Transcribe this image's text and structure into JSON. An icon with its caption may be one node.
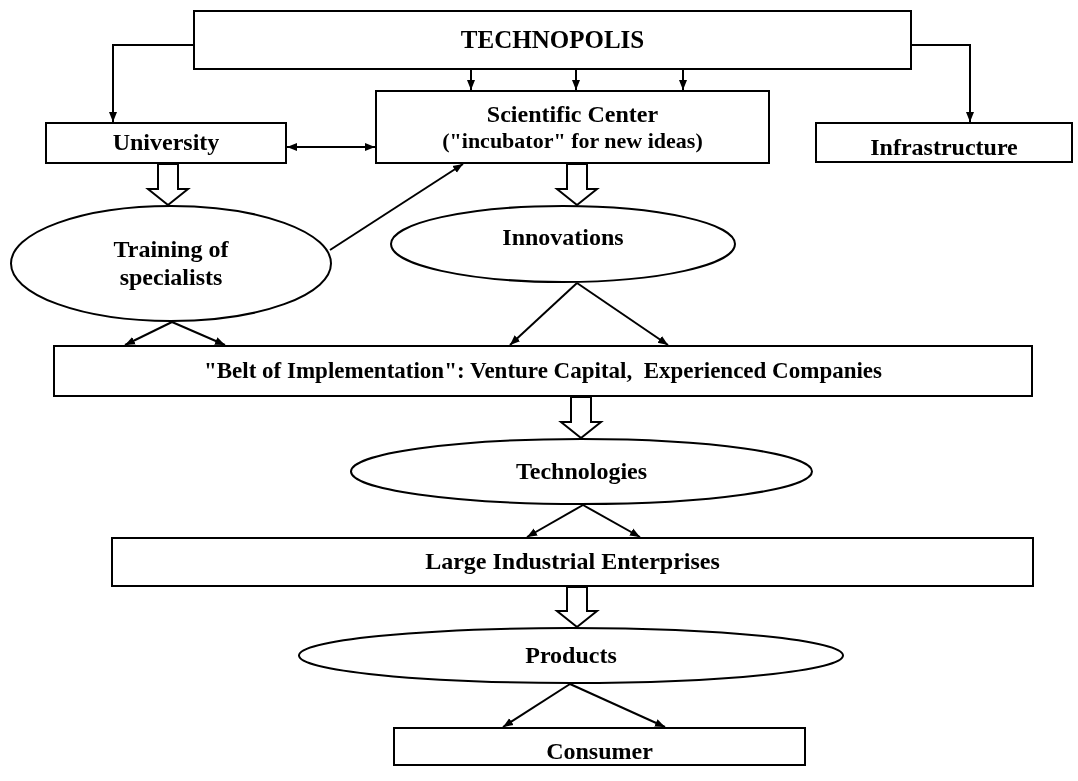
{
  "diagram": {
    "nodes": [
      {
        "text": [
          "TECHNOPOLIS"
        ]
      },
      {
        "text": [
          "University"
        ]
      },
      {
        "text": [
          "Scientific Center",
          "(\"incubator\" for new ideas)"
        ]
      },
      {
        "text": [
          "Infrastructure"
        ]
      },
      {
        "text": [
          "Training of specialists"
        ]
      },
      {
        "text": [
          "Innovations"
        ]
      },
      {
        "text": [
          "\"Belt of Implementation\": Venture Capital,  Experienced Companies"
        ]
      },
      {
        "text": [
          "Technologies"
        ]
      },
      {
        "text": [
          "Large Industrial Enterprises"
        ]
      },
      {
        "text": [
          "Products"
        ]
      },
      {
        "text": [
          "Consumer"
        ]
      }
    ],
    "edges": [
      {
        "from": 0,
        "to": 1,
        "arrow": "to"
      },
      {
        "from": 0,
        "to": 2,
        "arrow": "to"
      },
      {
        "from": 0,
        "to": 2,
        "arrow": "to"
      },
      {
        "from": 0,
        "to": 2,
        "arrow": "to"
      },
      {
        "from": 0,
        "to": 3,
        "arrow": "to"
      },
      {
        "from": 1,
        "to": 2,
        "arrow": "both"
      },
      {
        "from": 1,
        "to": 4,
        "arrow": "to",
        "style": "thick"
      },
      {
        "from": 4,
        "to": 2,
        "arrow": "to"
      },
      {
        "from": 2,
        "to": 5,
        "arrow": "to",
        "style": "thick"
      },
      {
        "from": 4,
        "to": 6,
        "arrow": "to"
      },
      {
        "from": 4,
        "to": 6,
        "arrow": "to"
      },
      {
        "from": 5,
        "to": 6,
        "arrow": "to"
      },
      {
        "from": 5,
        "to": 6,
        "arrow": "to"
      },
      {
        "from": 6,
        "to": 7,
        "arrow": "to",
        "style": "thick"
      },
      {
        "from": 7,
        "to": 8,
        "arrow": "to"
      },
      {
        "from": 7,
        "to": 8,
        "arrow": "to"
      },
      {
        "from": 8,
        "to": 9,
        "arrow": "to",
        "style": "thick"
      },
      {
        "from": 9,
        "to": 10,
        "arrow": "to"
      },
      {
        "from": 9,
        "to": 10,
        "arrow": "to"
      }
    ]
  }
}
